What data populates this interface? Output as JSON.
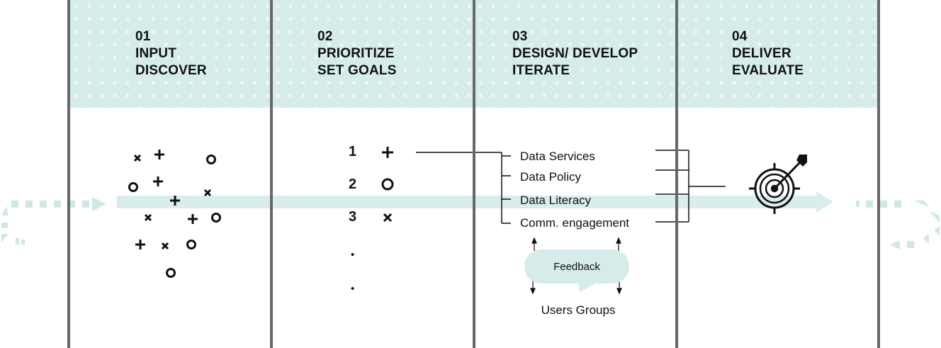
{
  "phases": [
    {
      "number": "01",
      "line1": "INPUT",
      "line2": "DISCOVER"
    },
    {
      "number": "02",
      "line1": "PRIORITIZE",
      "line2": "SET GOALS"
    },
    {
      "number": "03",
      "line1": "DESIGN/ DEVELOP",
      "line2": "ITERATE"
    },
    {
      "number": "04",
      "line1": "DELIVER",
      "line2": "EVALUATE"
    }
  ],
  "priorities": [
    {
      "rank": "1",
      "symbol": "+"
    },
    {
      "rank": "2",
      "symbol": "o"
    },
    {
      "rank": "3",
      "symbol": "×"
    },
    {
      "rank": "•",
      "symbol": ""
    },
    {
      "rank": "•",
      "symbol": ""
    }
  ],
  "workstreams": [
    "Data Services",
    "Data Policy",
    "Data Literacy",
    "Comm. engagement"
  ],
  "feedback": {
    "bubble_label": "Feedback",
    "source_label": "Users Groups"
  },
  "colors": {
    "header_band": "#d5ecea",
    "flow_arrow": "#d8eeec",
    "loop_arrow": "#cde9e6",
    "divider": "#686868",
    "ink": "#111111"
  }
}
